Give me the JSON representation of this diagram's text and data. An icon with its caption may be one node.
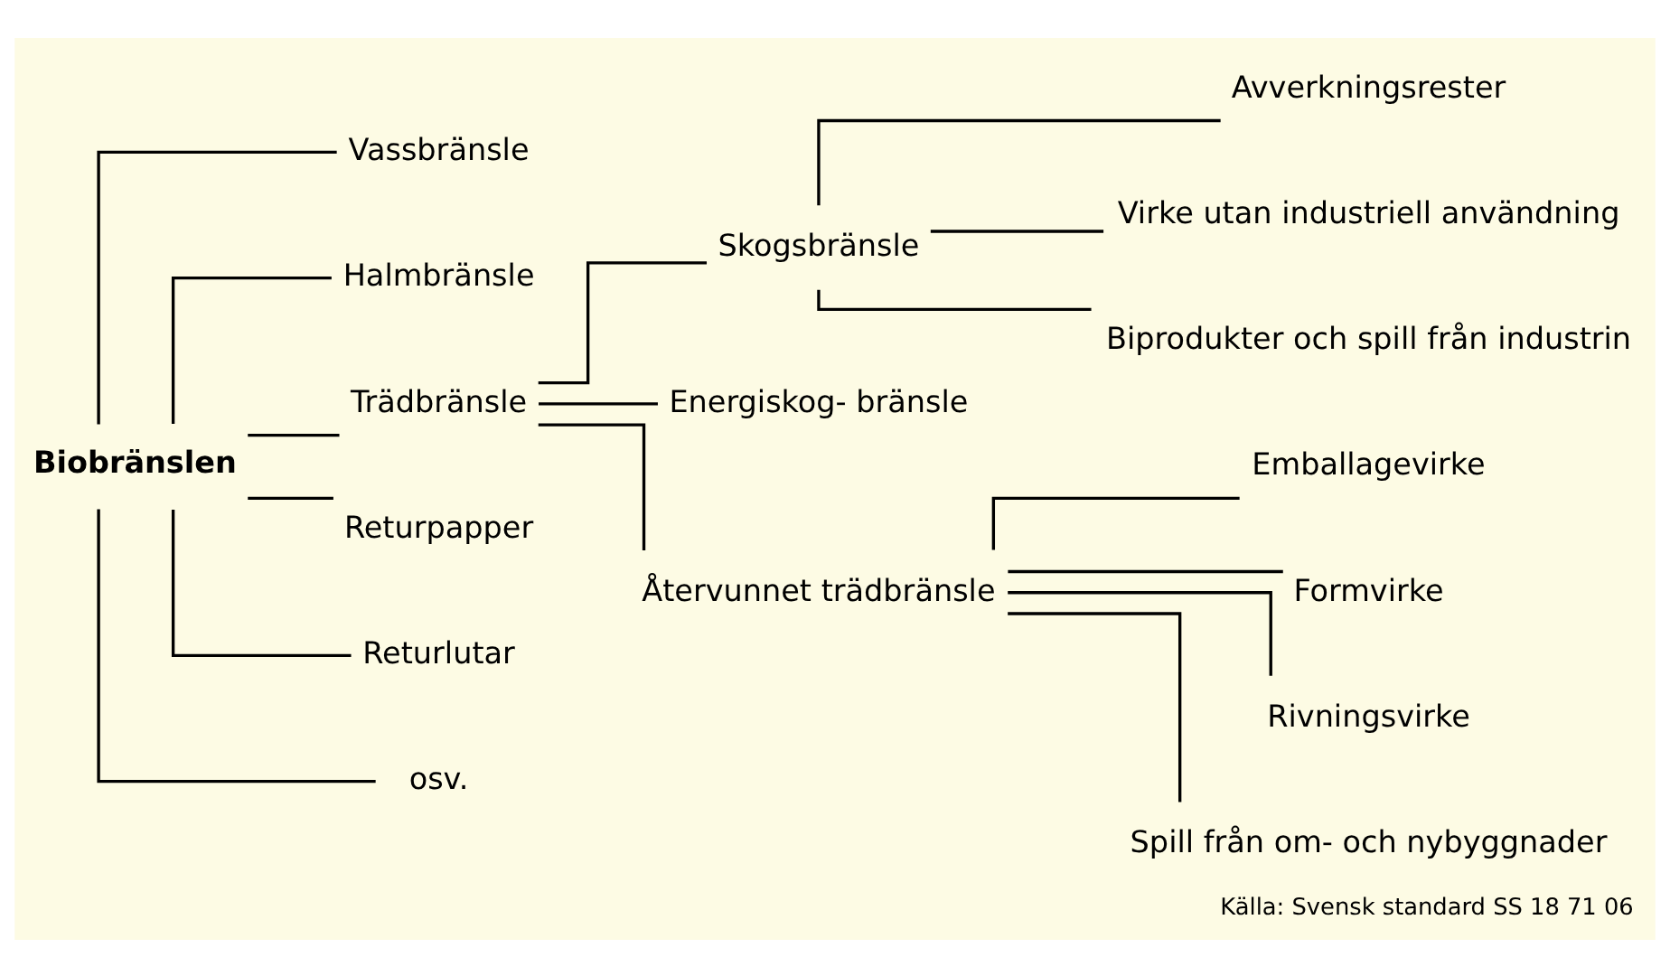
{
  "diagram": {
    "caption": "Källa: Svensk standard SS 18 71 06",
    "nodes": [
      {
        "text": [
          "Biobränslen"
        ]
      },
      {
        "text": [
          "Vassbränsle"
        ]
      },
      {
        "text": [
          "Halmbränsle"
        ]
      },
      {
        "text": [
          "Trädbränsle"
        ]
      },
      {
        "text": [
          "Returpapper"
        ]
      },
      {
        "text": [
          "Returlutar"
        ]
      },
      {
        "text": [
          "osv."
        ]
      },
      {
        "text": [
          "Skogsbränsle"
        ]
      },
      {
        "text": [
          "Energiskog- bränsle"
        ]
      },
      {
        "text": [
          "Återvunnet trädbränsle"
        ]
      },
      {
        "text": [
          "Avverkningsrester"
        ]
      },
      {
        "text": [
          "Virke utan industriell användning"
        ]
      },
      {
        "text": [
          "Biprodukter och spill från industrin"
        ]
      },
      {
        "text": [
          "Emballagevirke"
        ]
      },
      {
        "text": [
          "Formvirke"
        ]
      },
      {
        "text": [
          "Rivningsvirke"
        ]
      },
      {
        "text": [
          "Spill från om- och nybyggnader"
        ]
      }
    ],
    "edges": [
      {
        "from": 0,
        "to": 1,
        "arrow": "none"
      },
      {
        "from": 0,
        "to": 2,
        "arrow": "none"
      },
      {
        "from": 0,
        "to": 3,
        "arrow": "none"
      },
      {
        "from": 0,
        "to": 4,
        "arrow": "none"
      },
      {
        "from": 0,
        "to": 5,
        "arrow": "none"
      },
      {
        "from": 0,
        "to": 6,
        "arrow": "none"
      },
      {
        "from": 3,
        "to": 7,
        "arrow": "none"
      },
      {
        "from": 3,
        "to": 8,
        "arrow": "none"
      },
      {
        "from": 3,
        "to": 9,
        "arrow": "none"
      },
      {
        "from": 7,
        "to": 10,
        "arrow": "none"
      },
      {
        "from": 7,
        "to": 11,
        "arrow": "none"
      },
      {
        "from": 7,
        "to": 12,
        "arrow": "none"
      },
      {
        "from": 9,
        "to": 13,
        "arrow": "none"
      },
      {
        "from": 9,
        "to": 14,
        "arrow": "none"
      },
      {
        "from": 9,
        "to": 15,
        "arrow": "none"
      },
      {
        "from": 9,
        "to": 16,
        "arrow": "none"
      }
    ]
  }
}
